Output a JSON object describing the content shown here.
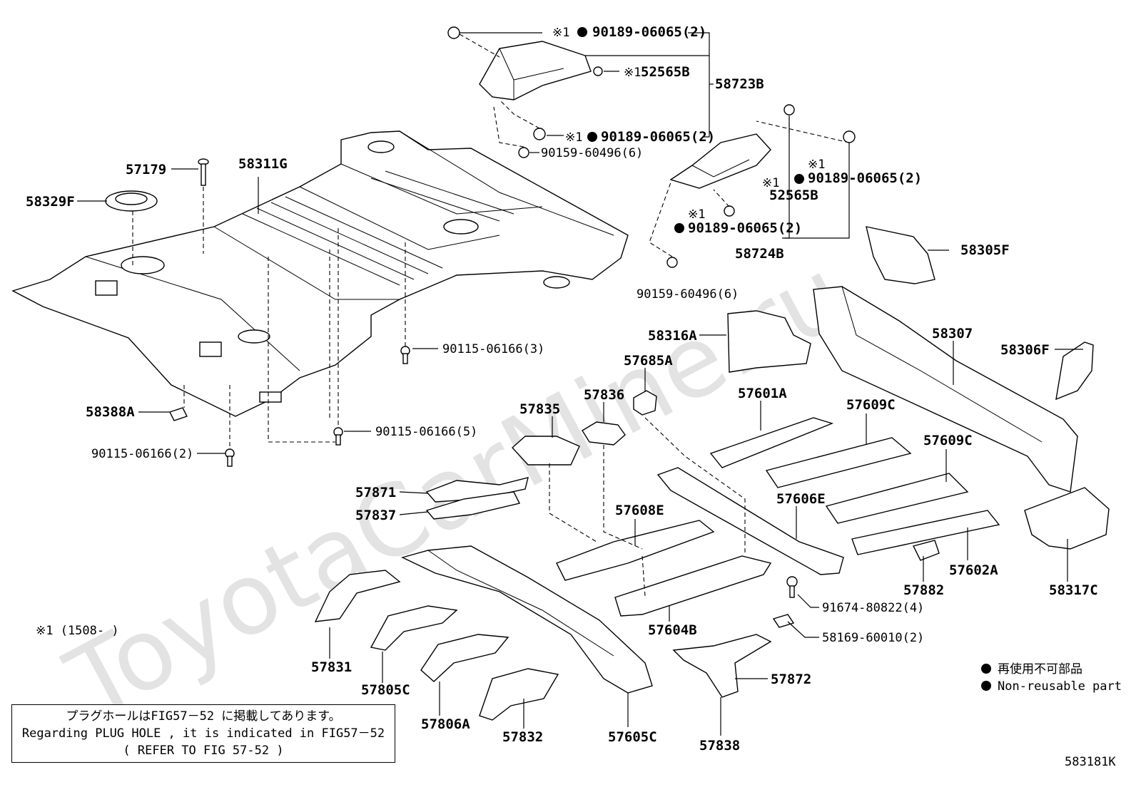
{
  "diagram": {
    "watermark": "ToyotaCarMine.ru",
    "figure_code": "583181K",
    "footnote": "※1 (1508-    )",
    "legend": {
      "dot_label_ja": "再使用不可部品",
      "dot_label_en": "Non-reusable part"
    },
    "note": {
      "line1": "プラグホールはFIG57－52 に掲載してあります。",
      "line2": "Regarding PLUG HOLE , it is indicated in FIG57－52",
      "line3": "(  REFER TO FIG 57-52  )"
    },
    "labels": {
      "l_90189_top": "90189-06065(2)",
      "l_52565B_a": "52565B",
      "l_58723B": "58723B",
      "l_90189_mid": "90189-06065(2)",
      "l_90159_a": "90159-60496(6)",
      "l_57179": "57179",
      "l_58311G": "58311G",
      "l_58329F": "58329F",
      "l_90189_r1": "90189-06065(2)",
      "l_52565B_b": "52565B",
      "l_90189_r2": "90189-06065(2)",
      "l_58724B": "58724B",
      "l_90159_b": "90159-60496(6)",
      "l_58305F": "58305F",
      "l_58316A": "58316A",
      "l_58307": "58307",
      "l_58306F": "58306F",
      "l_57685A": "57685A",
      "l_90115_3": "90115-06166(3)",
      "l_57601A": "57601A",
      "l_57609C_a": "57609C",
      "l_57609C_b": "57609C",
      "l_57835": "57835",
      "l_57836": "57836",
      "l_58388A": "58388A",
      "l_90115_5": "90115-06166(5)",
      "l_90115_2": "90115-06166(2)",
      "l_57871": "57871",
      "l_57837": "57837",
      "l_57606E": "57606E",
      "l_57608E": "57608E",
      "l_58317C": "58317C",
      "l_57602A": "57602A",
      "l_57882": "57882",
      "l_91674": "91674-80822(4)",
      "l_57604B": "57604B",
      "l_58169": "58169-60010(2)",
      "l_57831": "57831",
      "l_57805C": "57805C",
      "l_57806A": "57806A",
      "l_57832": "57832",
      "l_57605C": "57605C",
      "l_57838": "57838",
      "l_57872": "57872",
      "mark_1": "※1",
      "mark_2": "※1",
      "mark_3": "※1",
      "mark_4": "※1",
      "mark_5": "※1",
      "mark_6": "※1"
    }
  }
}
